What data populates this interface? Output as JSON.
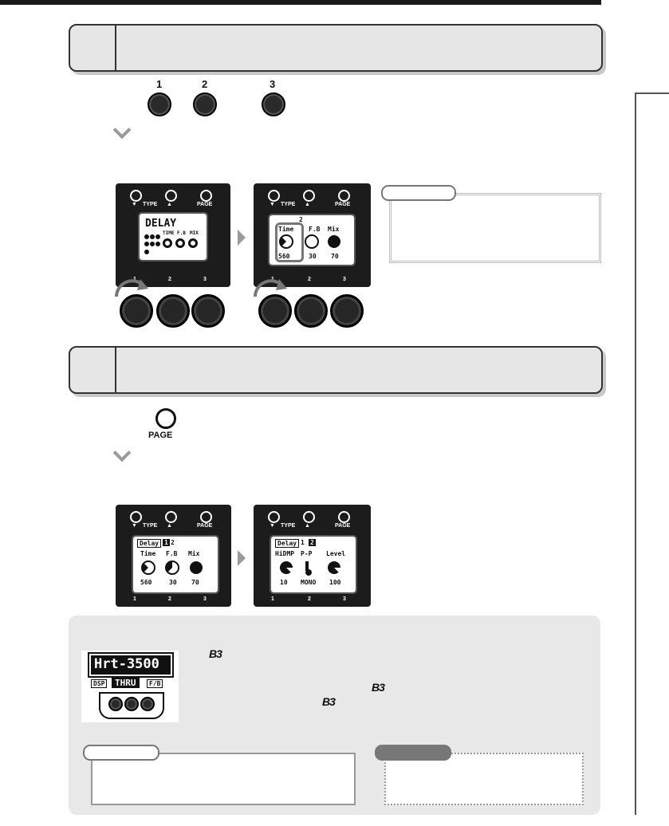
{
  "step_knobs": {
    "labels": [
      "1",
      "2",
      "3"
    ]
  },
  "panel_labels": {
    "down": "▼",
    "type": "TYPE",
    "up": "▲",
    "page": "PAGE",
    "n1": "1",
    "n2": "2",
    "n3": "3"
  },
  "screen_a": {
    "title": "DELAY",
    "time": "TIME",
    "fb": "F.B",
    "mix": "MIX"
  },
  "screen_b": {
    "tab_num": "2",
    "p1_name": "Time",
    "p1_val": "560",
    "p2_name": "F.B",
    "p2_val": "30",
    "p3_name": "Mix",
    "p3_val": "70"
  },
  "page_button": {
    "label": "PAGE"
  },
  "screen_c": {
    "tab": "Delay",
    "tab1": "1",
    "tab2": "2",
    "p1_name": "Time",
    "p1_val": "560",
    "p2_name": "F.B",
    "p2_val": "30",
    "p3_name": "Mix",
    "p3_val": "70"
  },
  "screen_d": {
    "tab": "Delay",
    "tab1": "1",
    "tab2": "2",
    "p1_name": "HiDMP",
    "p1_val": "10",
    "p2_name": "P-P",
    "p2_val": "MONO",
    "p3_name": "Level",
    "p3_val": "100"
  },
  "amp_image": {
    "name": "Hrt-3500",
    "bypass": "THRU",
    "left_tag": "DSP",
    "right_tag": "F/B"
  },
  "brand_logo": "B3",
  "colors": {
    "panel": "#1c1c1c",
    "step_bg": "#e6e6e6",
    "note_bg": "#e8e8e8",
    "chevron": "#9a9a9a"
  }
}
